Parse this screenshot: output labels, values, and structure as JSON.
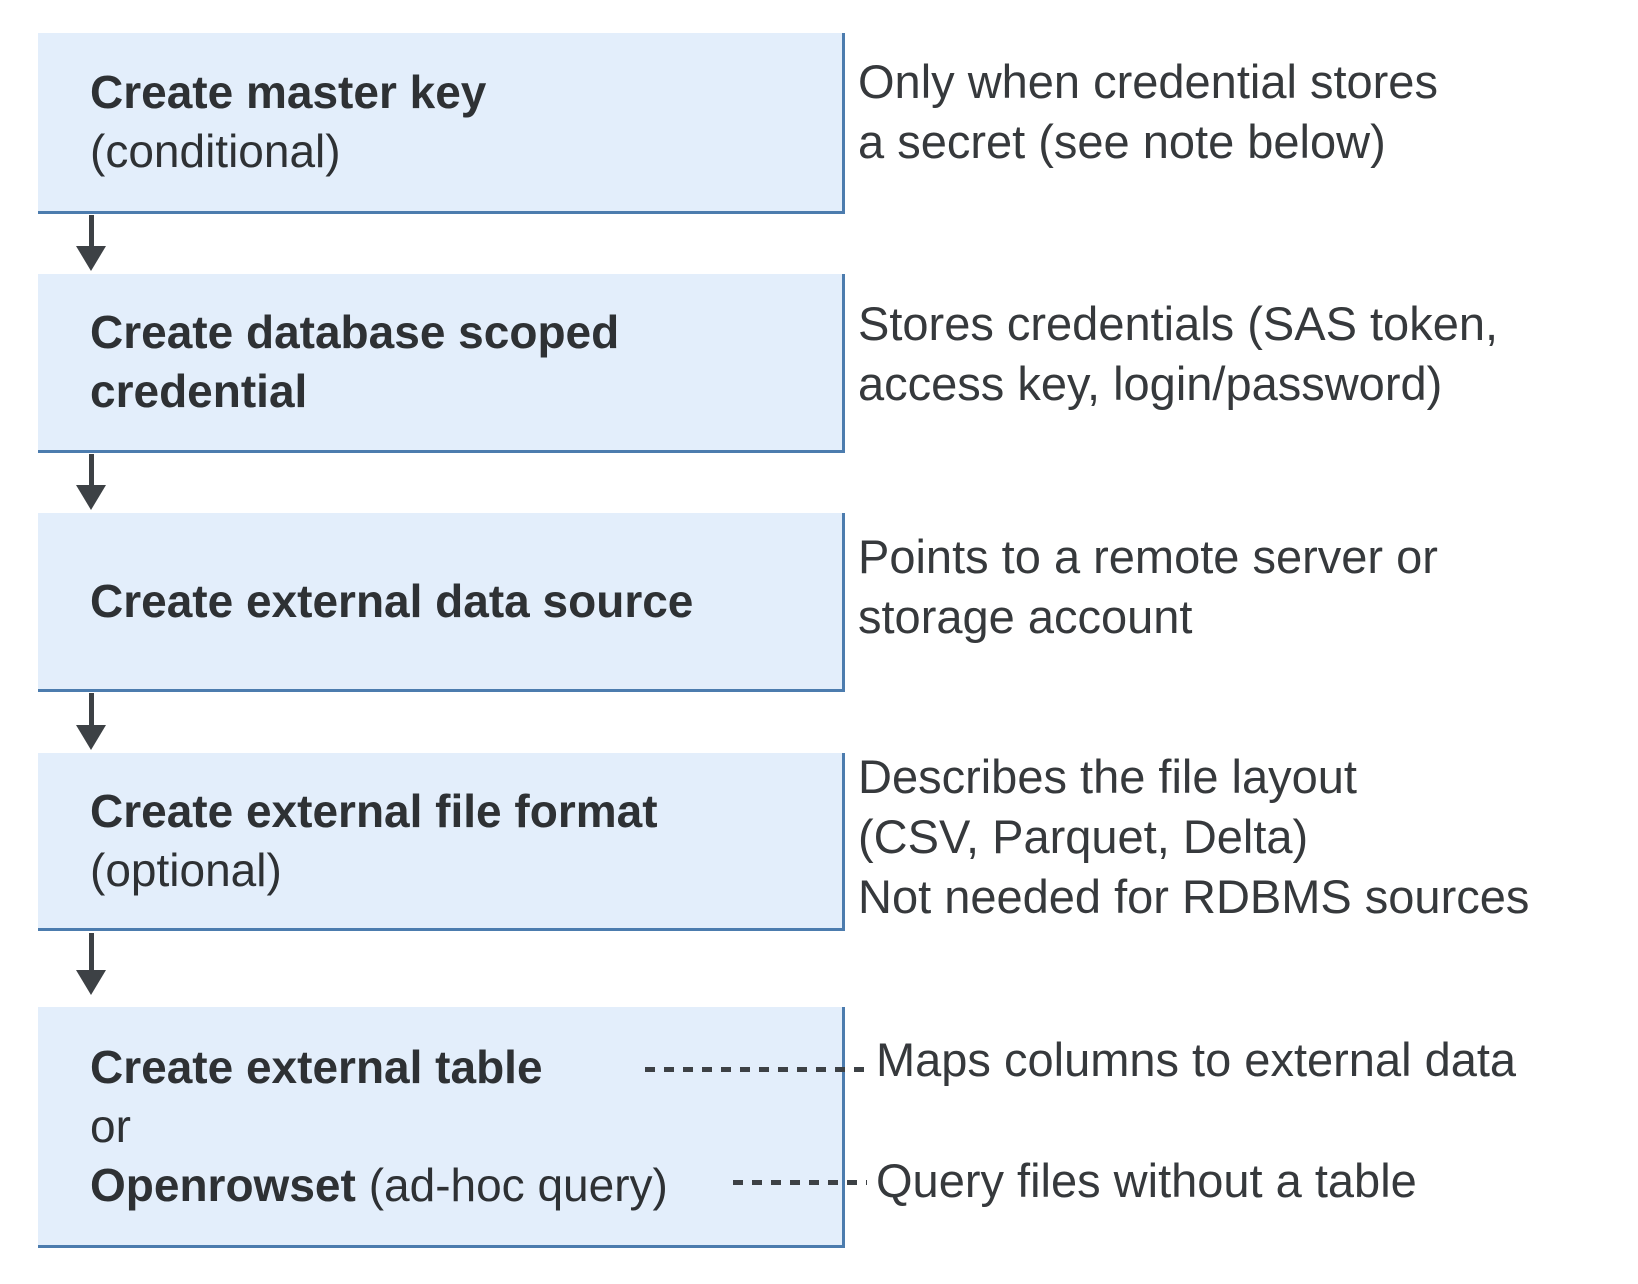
{
  "colors": {
    "box_fill": "#e3eefb",
    "box_border": "#4c7cae",
    "arrow": "#3d4145",
    "title_text": "#2e3134",
    "description_text": "#36393c"
  },
  "steps": [
    {
      "title": "Create master key",
      "note": "(conditional)",
      "description": "Only when credential stores\na secret (see note below)"
    },
    {
      "title": "Create database scoped credential",
      "description": "Stores credentials (SAS token,\naccess key, login/password)"
    },
    {
      "title": "Create external data source",
      "description": "Points to a remote server or\nstorage account"
    },
    {
      "title": "Create external file format",
      "note": "(optional)",
      "description": "Describes the file layout\n(CSV, Parquet, Delta)\nNot needed for RDBMS sources"
    },
    {
      "primary_title": "Create external table",
      "or_label": "or",
      "alt_title": "Openrowset",
      "alt_note": "(ad-hoc query)",
      "primary_description": "Maps columns to external data",
      "alt_description": "Query files without a table"
    }
  ],
  "connectors": {
    "flow_arrow_count": 4,
    "dashed_links": [
      {
        "from": "Create external table",
        "to": "Maps columns to external data"
      },
      {
        "from": "Openrowset (ad-hoc query)",
        "to": "Query files without a table"
      }
    ]
  }
}
